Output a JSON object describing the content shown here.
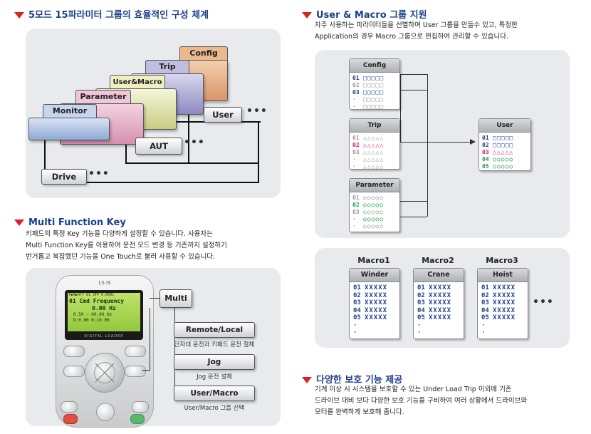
{
  "section1": {
    "title": "5모드 15파라미터 그룹의 효율적인 구성 체계",
    "folders": [
      "Config",
      "Trip",
      "User&Macro",
      "Parameter",
      "Monitor"
    ],
    "boxes": [
      "User",
      "AUT",
      "Drive"
    ],
    "ellipsis": "•••"
  },
  "section2": {
    "title": "User & Macro 그룹 지원",
    "desc": [
      "자주 사용하는 파라미터들을 선별하여 User 그룹을 만들수 있고, 특정한",
      "Application의 경우 Macro 그룹으로 편집하여 관리할 수 있습니다."
    ],
    "groups": [
      {
        "name": "Config",
        "rows": [
          {
            "no": "01",
            "sym": "□□□□□",
            "color": "#1d3f8a"
          },
          {
            "no": "02",
            "sym": "□□□□□",
            "color": "#999999"
          },
          {
            "no": "03",
            "sym": "□□□□□",
            "color": "#1d3f8a"
          },
          {
            "no": "·",
            "sym": "□□□□□",
            "color": "#999999"
          },
          {
            "no": "·",
            "sym": "□□□□□",
            "color": "#999999"
          }
        ]
      },
      {
        "name": "Trip",
        "rows": [
          {
            "no": "01",
            "sym": "△△△△△",
            "color": "#999999"
          },
          {
            "no": "02",
            "sym": "△△△△△",
            "color": "#e0147a"
          },
          {
            "no": "03",
            "sym": "△△△△△",
            "color": "#999999"
          },
          {
            "no": "·",
            "sym": "△△△△△",
            "color": "#999999"
          },
          {
            "no": "·",
            "sym": "△△△△△",
            "color": "#999999"
          }
        ]
      },
      {
        "name": "Parameter",
        "rows": [
          {
            "no": "01",
            "sym": "○○○○○",
            "color": "#999999"
          },
          {
            "no": "02",
            "sym": "○○○○○",
            "color": "#1e9a4a"
          },
          {
            "no": "03",
            "sym": "○○○○○",
            "color": "#999999"
          },
          {
            "no": "·",
            "sym": "○○○○○",
            "color": "#1e9a4a"
          },
          {
            "no": "·",
            "sym": "○○○○○",
            "color": "#999999"
          }
        ]
      }
    ],
    "user": {
      "name": "User",
      "rows": [
        {
          "no": "01",
          "sym": "□□□□□",
          "color": "#1d3f8a"
        },
        {
          "no": "02",
          "sym": "□□□□□",
          "color": "#1d3f8a"
        },
        {
          "no": "03",
          "sym": "△△△△△",
          "color": "#e0147a"
        },
        {
          "no": "04",
          "sym": "○○○○○",
          "color": "#1e9a4a"
        },
        {
          "no": "05",
          "sym": "○○○○○",
          "color": "#1e9a4a"
        }
      ]
    },
    "macros": [
      {
        "title": "Macro1",
        "name": "Winder"
      },
      {
        "title": "Macro2",
        "name": "Crane"
      },
      {
        "title": "Macro3",
        "name": "Hoist"
      }
    ],
    "macro_rows": [
      "01",
      "02",
      "03",
      "04",
      "05"
    ],
    "macro_sym": "XXXXX",
    "ellipsis": "•••"
  },
  "section3": {
    "title": "Multi Function Key",
    "desc": [
      "키패드의 특정 Key 기능을 다양하게 설정할 수 있습니다. 사용자는",
      "Multi Function Key를 이용하여 운전 모드 변경 등 기존까지 설정하기",
      "번거롭고 복잡했던 기능을 One Touch로 불러 사용할 수 있습니다."
    ],
    "multi_label": "Multi",
    "keys": [
      {
        "label": "Remote/Local",
        "desc": "단자대 운전과 키패드 운전 절체"
      },
      {
        "label": "Jog",
        "desc": "Jog 운전 설체"
      },
      {
        "label": "User/Macro",
        "desc": "User/Macro 그룹 선택"
      }
    ],
    "keypad": {
      "brand": "LS IS",
      "lcd_lines": [
        "P▶N▶Off 01 STP   0.00Hz",
        "01 Cmd Frequency",
        "0.00 Hz",
        "0.50 ~ 60.00 Hz",
        "D:0.00    R:10.00"
      ],
      "footer": "DIGITAL LOADER"
    }
  },
  "section4": {
    "title": "다양한 보호 기능 제공",
    "desc": [
      "기계 이상 시 시스템을 보호할 수 있는 Under Load Trip 이외에 기존",
      "드라이브 대비 보다 다양한 보호 기능을 구비하여 여러 상황에서 드라이브와",
      "모터를 완벽하게 보호해 줍니다."
    ]
  },
  "colors": {
    "accent_red": "#d8232a",
    "title_blue": "#1d3f8a",
    "magenta": "#e0147a",
    "green": "#1e9a4a"
  }
}
